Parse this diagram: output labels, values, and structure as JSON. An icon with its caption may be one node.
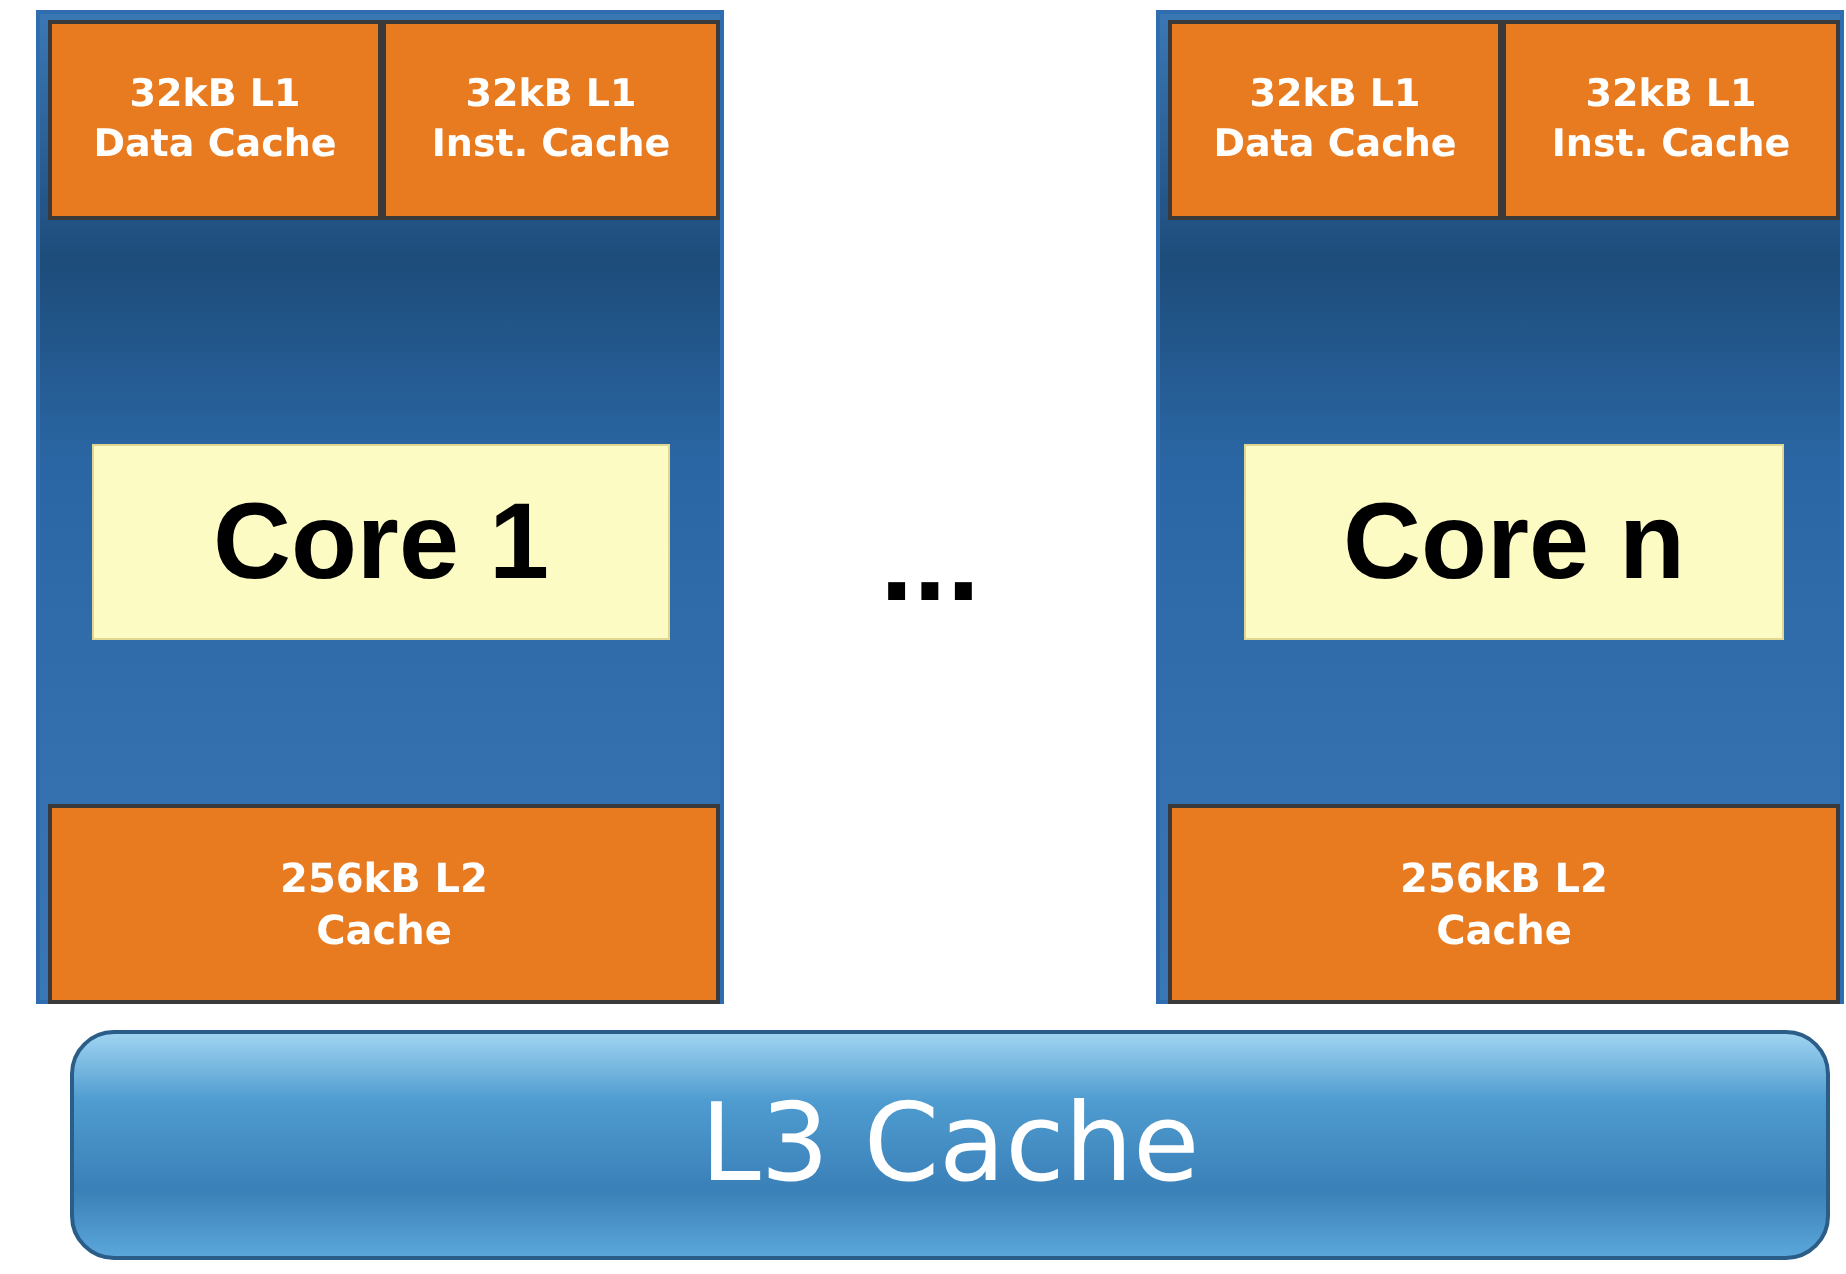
{
  "diagram": {
    "nodes": [
      {
        "text": [],
        "shape": "box"
      },
      {
        "text": [
          "32kB L1 Data Cache"
        ],
        "in": 0
      },
      {
        "text": [
          "32kB L1 Inst. Cache"
        ],
        "in": 0
      },
      {
        "text": [
          "Core 1"
        ],
        "in": 0
      },
      {
        "text": [
          "256kB L2 Cache"
        ],
        "in": 0
      },
      {
        "text": [],
        "shape": "box"
      },
      {
        "text": [
          "32kB L1 Data Cache"
        ],
        "in": 5
      },
      {
        "text": [
          "32kB L1 Inst. Cache"
        ],
        "in": 5
      },
      {
        "text": [
          "Core n"
        ],
        "in": 5
      },
      {
        "text": [
          "256kB L2 Cache"
        ],
        "in": 5
      },
      {
        "text": [
          "L3 Cache"
        ]
      }
    ],
    "labels": [
      "..."
    ]
  }
}
